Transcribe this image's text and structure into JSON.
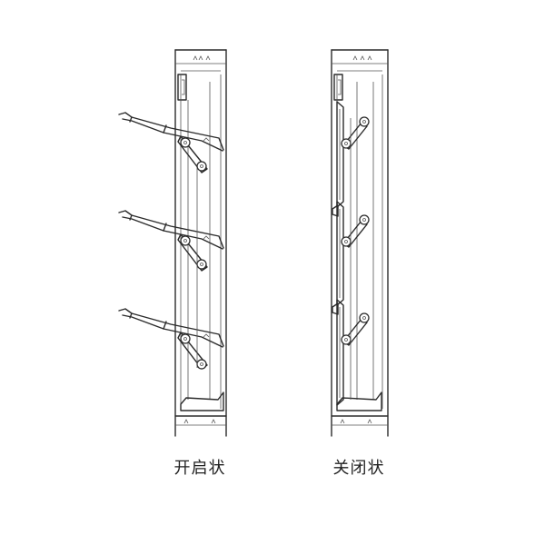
{
  "captions": {
    "open": "开启状",
    "closed": "关闭状"
  },
  "figures": [
    {
      "state": "open",
      "blade_count": 3
    },
    {
      "state": "closed",
      "blade_count": 3
    }
  ],
  "colors": {
    "line": "#2b2b2b",
    "background": "#ffffff"
  }
}
